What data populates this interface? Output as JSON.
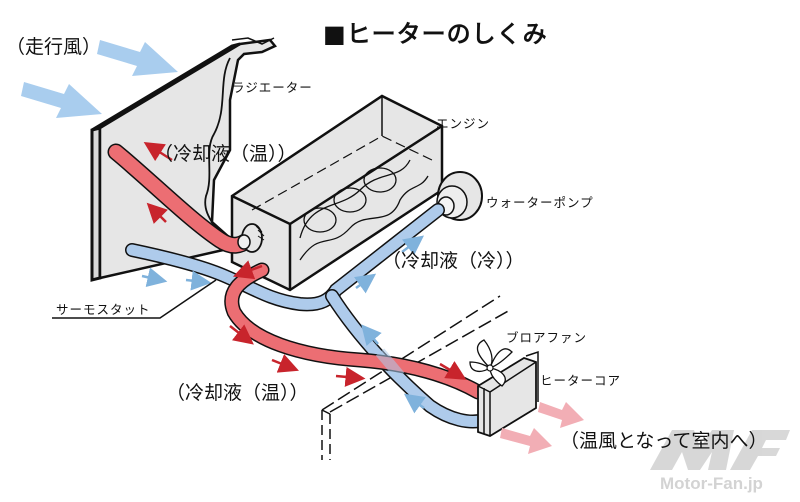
{
  "title": "■ヒーターのしくみ",
  "labels": {
    "running_wind": "（走行風）",
    "radiator": "ラジエーター",
    "engine": "エンジン",
    "water_pump": "ウォーターポンプ",
    "coolant_hot_upper": "（冷却液（温））",
    "coolant_cold": "（冷却液（冷））",
    "thermostat": "サーモスタット",
    "blower_fan": "ブロアファン",
    "heater_core": "ヒーターコア",
    "coolant_hot_lower": "（冷却液（温））",
    "warm_air": "（温風となって室内へ）"
  },
  "watermark": {
    "logo": "MF",
    "text": "Motor-Fan.jp"
  },
  "colors": {
    "hot_pipe": "#ec6e73",
    "cold_pipe": "#aecbeb",
    "hot_arrow": "#c8242c",
    "cold_arrow": "#7fb2dc",
    "wind_arrow": "#a9cdee",
    "warm_air_arrow": "#f2aeb5",
    "body_fill": "#e6e6e6",
    "outline": "#111111"
  }
}
